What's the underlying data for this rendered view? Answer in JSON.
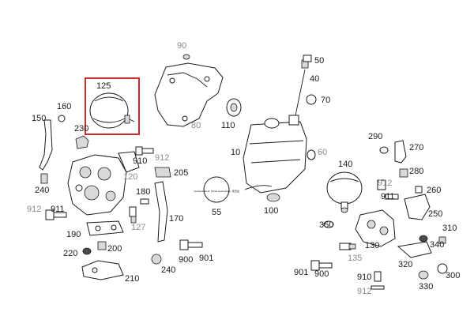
{
  "highlight": {
    "part": "125",
    "color": "#cc2b2b"
  },
  "stamp_text": "Hydraulic Fluid, Fluide Hydraulique, 液压油",
  "labels": {
    "l90": "90",
    "l50": "50",
    "l40": "40",
    "l70": "70",
    "l80": "80",
    "l110": "110",
    "l125": "125",
    "l160": "160",
    "l150": "150",
    "l230": "230",
    "l10": "10",
    "l60": "60",
    "l290": "290",
    "l270": "270",
    "l140": "140",
    "l280": "280",
    "l912a": "912",
    "l910a": "910",
    "l120": "120",
    "l205": "205",
    "l240a": "240",
    "l180": "180",
    "l912b": "912",
    "l911a": "911",
    "l260": "260",
    "l55": "55",
    "l100": "100",
    "l912c": "912",
    "l911b": "911",
    "l127": "127",
    "l170": "170",
    "l250": "250",
    "l350": "350",
    "l130": "130",
    "l310": "310",
    "l190": "190",
    "l340": "340",
    "l200": "200",
    "l220": "220",
    "l900a": "900",
    "l901a": "901",
    "l135": "135",
    "l320": "320",
    "l240b": "240",
    "l901b": "901",
    "l900b": "900",
    "l210": "210",
    "l300": "300",
    "l910b": "910",
    "l912d": "912",
    "l330": "330"
  }
}
